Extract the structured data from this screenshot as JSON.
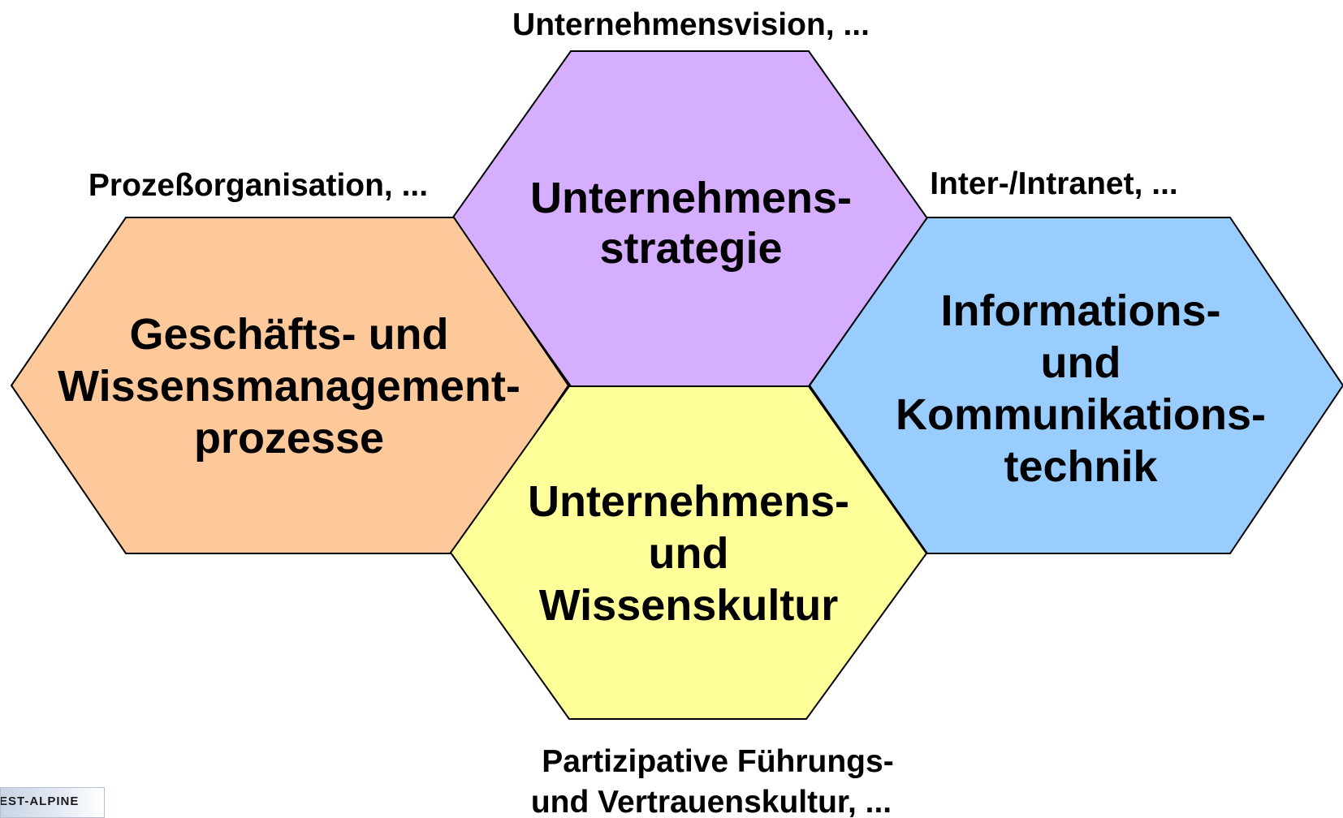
{
  "hexagons": {
    "strategy": {
      "color": "#d5aeff",
      "lines": [
        "Unternehmens-",
        "strategie"
      ]
    },
    "processes": {
      "color": "#fdc99b",
      "lines": [
        "Geschäfts- und",
        "Wissensmanagement-",
        "prozesse"
      ]
    },
    "tech": {
      "color": "#99ccff",
      "lines": [
        "Informations-",
        "und",
        "Kommunikations-",
        "technik"
      ]
    },
    "culture": {
      "color": "#ffff99",
      "lines": [
        "Unternehmens-",
        "und",
        "Wissenskultur"
      ]
    }
  },
  "labels": {
    "top": "Unternehmensvision, ...",
    "left": "Prozeßorganisation, ...",
    "right": "Inter-/Intranet, ...",
    "bottom_lines": [
      "Partizipative Führungs-",
      "und Vertrauenskultur, ..."
    ]
  },
  "logo": {
    "text": "EST-ALPINE"
  }
}
